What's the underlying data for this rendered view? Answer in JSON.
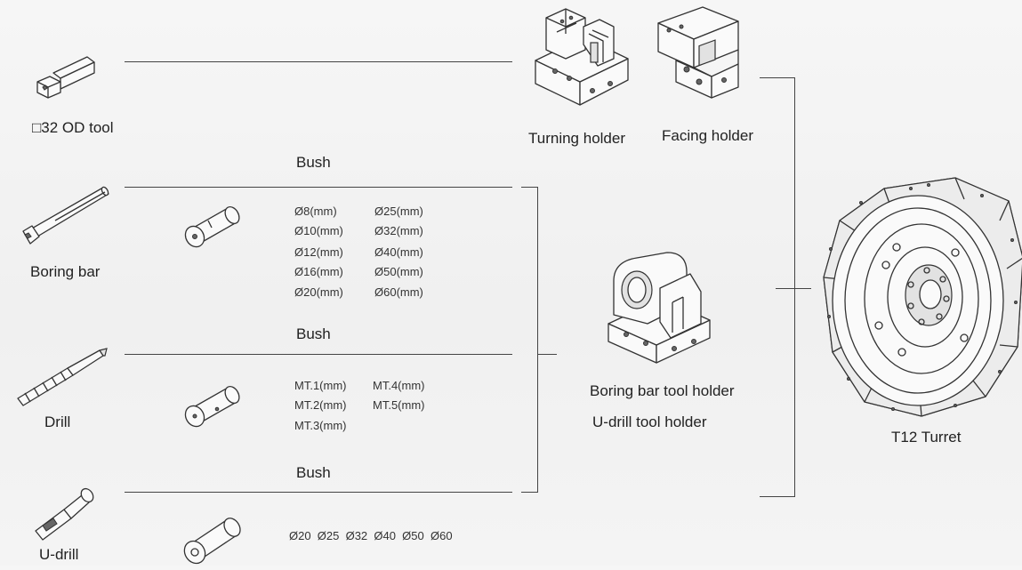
{
  "labels": {
    "od_tool": "□32 OD tool",
    "turning_holder": "Turning holder",
    "facing_holder": "Facing holder",
    "boring_bar": "Boring bar",
    "drill": "Drill",
    "u_drill": "U-drill",
    "bush_1": "Bush",
    "bush_2": "Bush",
    "bush_3": "Bush",
    "boring_bar_tool_holder": "Boring bar tool holder",
    "u_drill_tool_holder": "U-drill tool holder",
    "turret": "T12 Turret"
  },
  "boring_bush_sizes": [
    [
      "Ø8(mm)",
      "Ø25(mm)"
    ],
    [
      "Ø10(mm)",
      "Ø32(mm)"
    ],
    [
      "Ø12(mm)",
      "Ø40(mm)"
    ],
    [
      "Ø16(mm)",
      "Ø50(mm)"
    ],
    [
      "Ø20(mm)",
      "Ø60(mm)"
    ]
  ],
  "drill_bush_sizes": [
    [
      "MT.1(mm)",
      "MT.4(mm)"
    ],
    [
      "MT.2(mm)",
      "MT.5(mm)"
    ],
    [
      "MT.3(mm)",
      ""
    ]
  ],
  "udrill_bush_sizes": "Ø20  Ø25  Ø32  Ø40  Ø50  Ø60",
  "icons": {
    "od_tool": "od-tool-icon",
    "turning_holder": "turning-holder-icon",
    "facing_holder": "facing-holder-icon",
    "boring_bar": "boring-bar-icon",
    "drill": "drill-icon",
    "u_drill": "u-drill-icon",
    "bush": "bush-icon",
    "boring_holder": "boring-bar-tool-holder-icon",
    "turret": "turret-icon"
  }
}
